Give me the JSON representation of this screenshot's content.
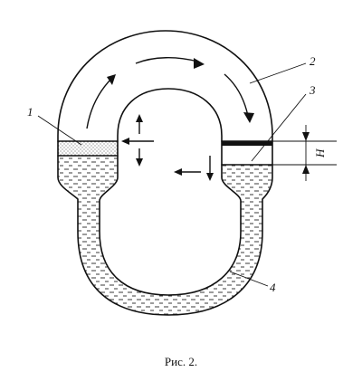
{
  "labels": {
    "part1": "1",
    "part2": "2",
    "part3": "3",
    "part4": "4",
    "height": "H"
  },
  "caption": "Рис. 2.",
  "colors": {
    "line": "#111111",
    "liquid_dash": "#222222",
    "background": "#ffffff"
  }
}
